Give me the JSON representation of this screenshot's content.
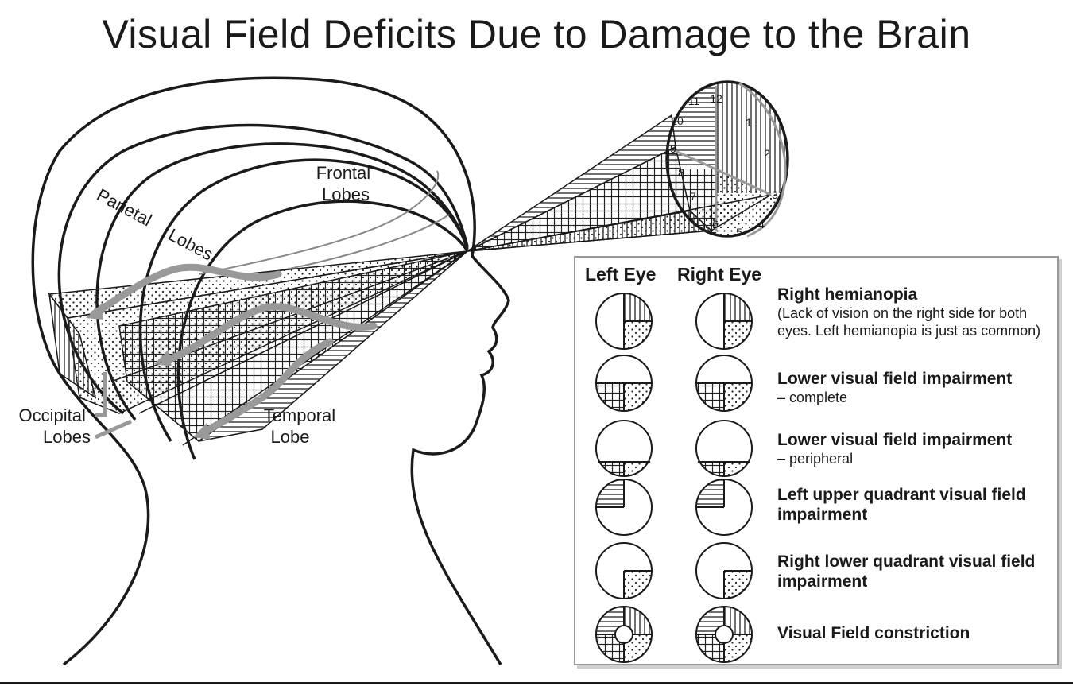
{
  "title": "Visual Field Deficits Due to Damage to the Brain",
  "labels": {
    "frontal": [
      "Frontal",
      "Lobes"
    ],
    "parietal": "Parietal",
    "parietal_lobes": "Lobes",
    "occipital": [
      "Occipital",
      "Lobes"
    ],
    "temporal": [
      "Temporal",
      "Lobe"
    ]
  },
  "clock_numbers": [
    "12",
    "1",
    "2",
    "3",
    "4",
    "5",
    "6",
    "7",
    "8",
    "9",
    "10",
    "11"
  ],
  "legend": {
    "left_eye": "Left Eye",
    "right_eye": "Right Eye",
    "rows": [
      {
        "title": "Right hemianopia",
        "desc": "(Lack of vision on the right side for both eyes. Left hemianopia is just as common)"
      },
      {
        "title": "Lower visual field impairment",
        "desc": "– complete"
      },
      {
        "title": "Lower visual field impairment",
        "desc": "– peripheral"
      },
      {
        "title": "Left upper quadrant visual field impairment",
        "desc": ""
      },
      {
        "title": "Right lower quadrant visual field impairment",
        "desc": ""
      },
      {
        "title": "Visual Field constriction",
        "desc": ""
      }
    ]
  }
}
